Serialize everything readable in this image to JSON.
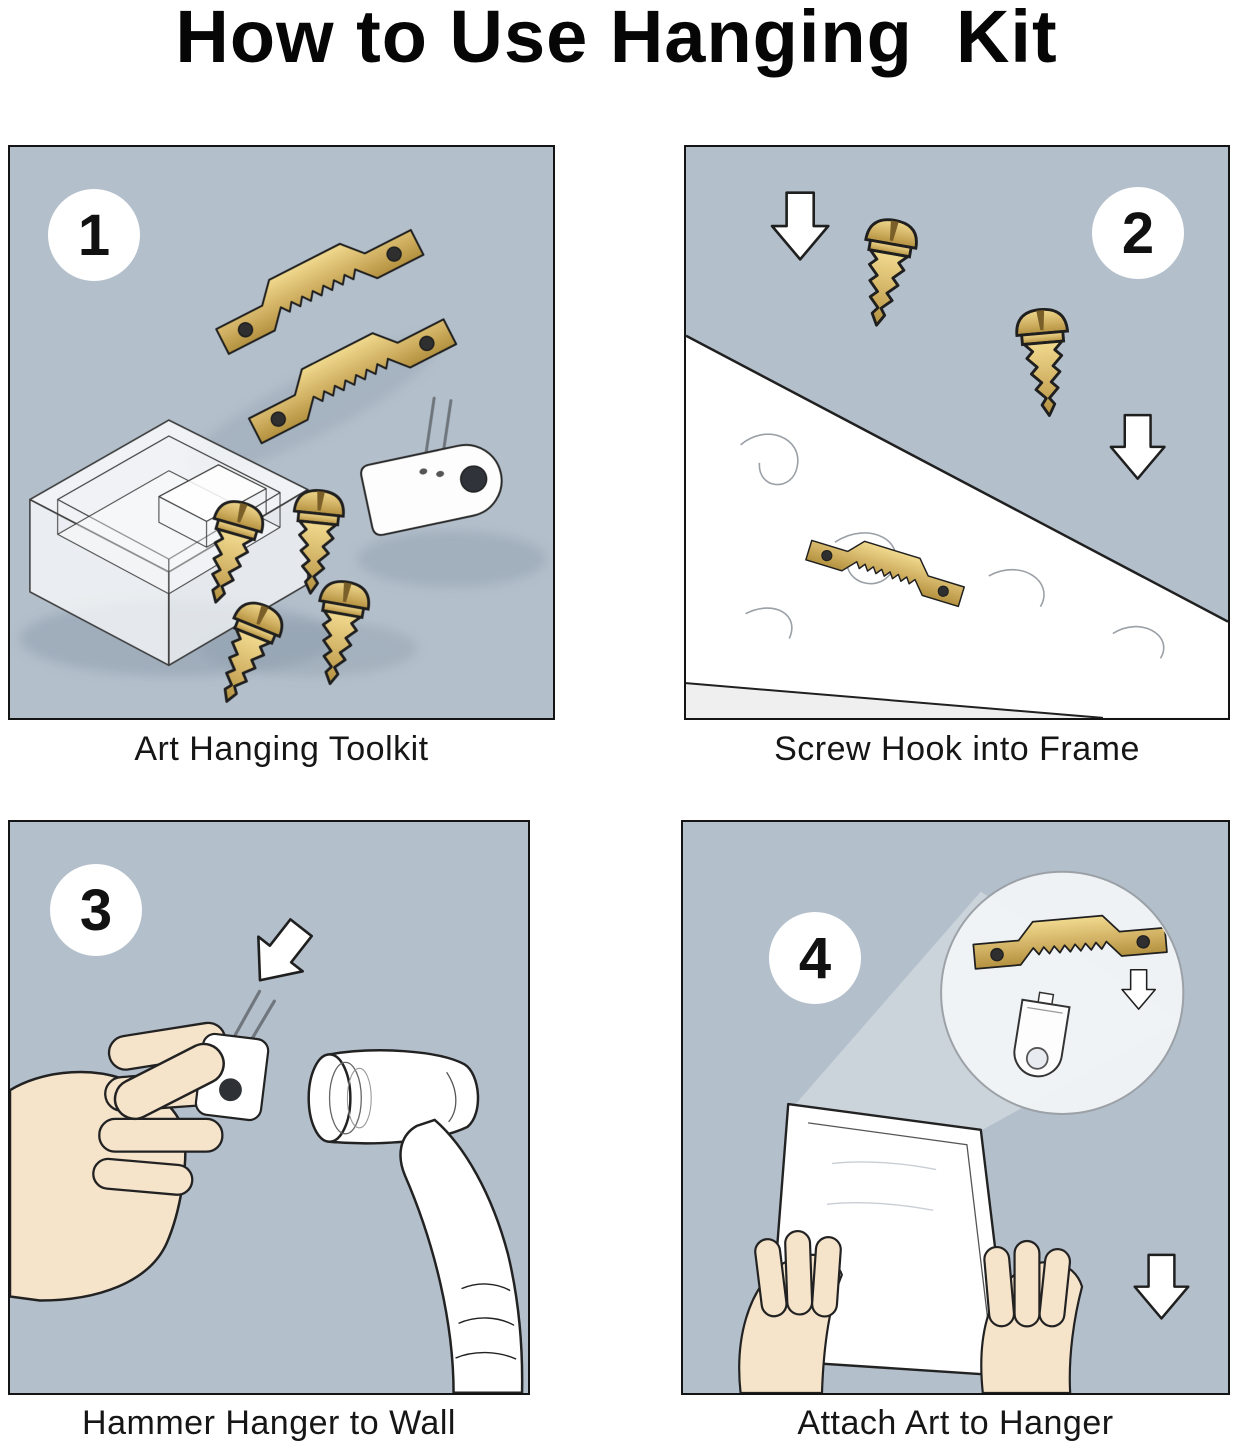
{
  "title": "How to Use Hanging  Kit",
  "colors": {
    "panel_bg": "#b3bfcb",
    "brass": "#d8b966",
    "brass_dark": "#b3913f",
    "outline": "#1f1f1f",
    "skin": "#f5e3ca",
    "white": "#ffffff"
  },
  "icons": {
    "arrow": "down-block-arrow",
    "hanger": "sawtooth-hanger",
    "screw": "brass-screw",
    "hook": "wall-hook",
    "hammer": "hammer",
    "magnifier": "zoom-circle"
  },
  "panels": [
    {
      "number": "1",
      "caption": "Art Hanging Toolkit"
    },
    {
      "number": "2",
      "caption": "Screw Hook into Frame"
    },
    {
      "number": "3",
      "caption": "Hammer Hanger to Wall"
    },
    {
      "number": "4",
      "caption": "Attach Art to Hanger"
    }
  ]
}
